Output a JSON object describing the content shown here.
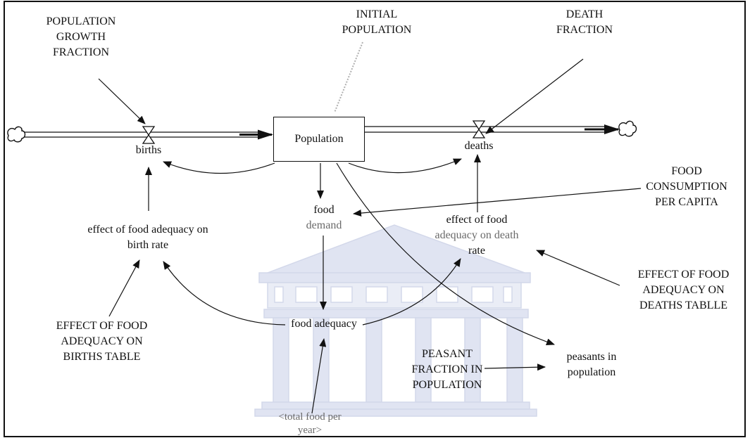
{
  "stock": {
    "population": "Population"
  },
  "rates": {
    "births": "births",
    "deaths": "deaths"
  },
  "constants": {
    "population_growth_fraction": [
      "POPULATION",
      "GROWTH",
      "FRACTION"
    ],
    "initial_population": [
      "INITIAL",
      "POPULATION"
    ],
    "death_fraction": [
      "DEATH",
      "FRACTION"
    ],
    "food_consumption_per_capita": [
      "FOOD",
      "CONSUMPTION",
      "PER CAPITA"
    ],
    "effect_food_adequacy_deaths_table": [
      "EFFECT OF FOOD",
      "ADEQUACY ON",
      "DEATHS TABLLE"
    ],
    "effect_food_adequacy_births_table": [
      "EFFECT OF FOOD",
      "ADEQUACY ON",
      "BIRTHS TABLE"
    ],
    "peasant_fraction_in_population": [
      "PEASANT",
      "FRACTION IN",
      "POPULATION"
    ]
  },
  "auxiliaries": {
    "food_demand": [
      "food",
      "demand"
    ],
    "effect_food_adequacy_birth_rate": [
      "effect of food adequacy on",
      "birth rate"
    ],
    "effect_food_adequacy_death_rate": [
      "effect of food",
      "adequacy on death",
      "rate"
    ],
    "food_adequacy": "food adequacy",
    "peasants_in_population": [
      "peasants in",
      "population"
    ],
    "total_food_per_year": [
      "<total food per",
      "year>"
    ]
  },
  "colors": {
    "line": "#111111",
    "shadow_link": "#b0b0b0",
    "watermark": "#c8cfe6"
  },
  "icons": [
    "cloud-source-icon",
    "cloud-sink-icon",
    "valve-icon",
    "university-watermark-icon"
  ]
}
